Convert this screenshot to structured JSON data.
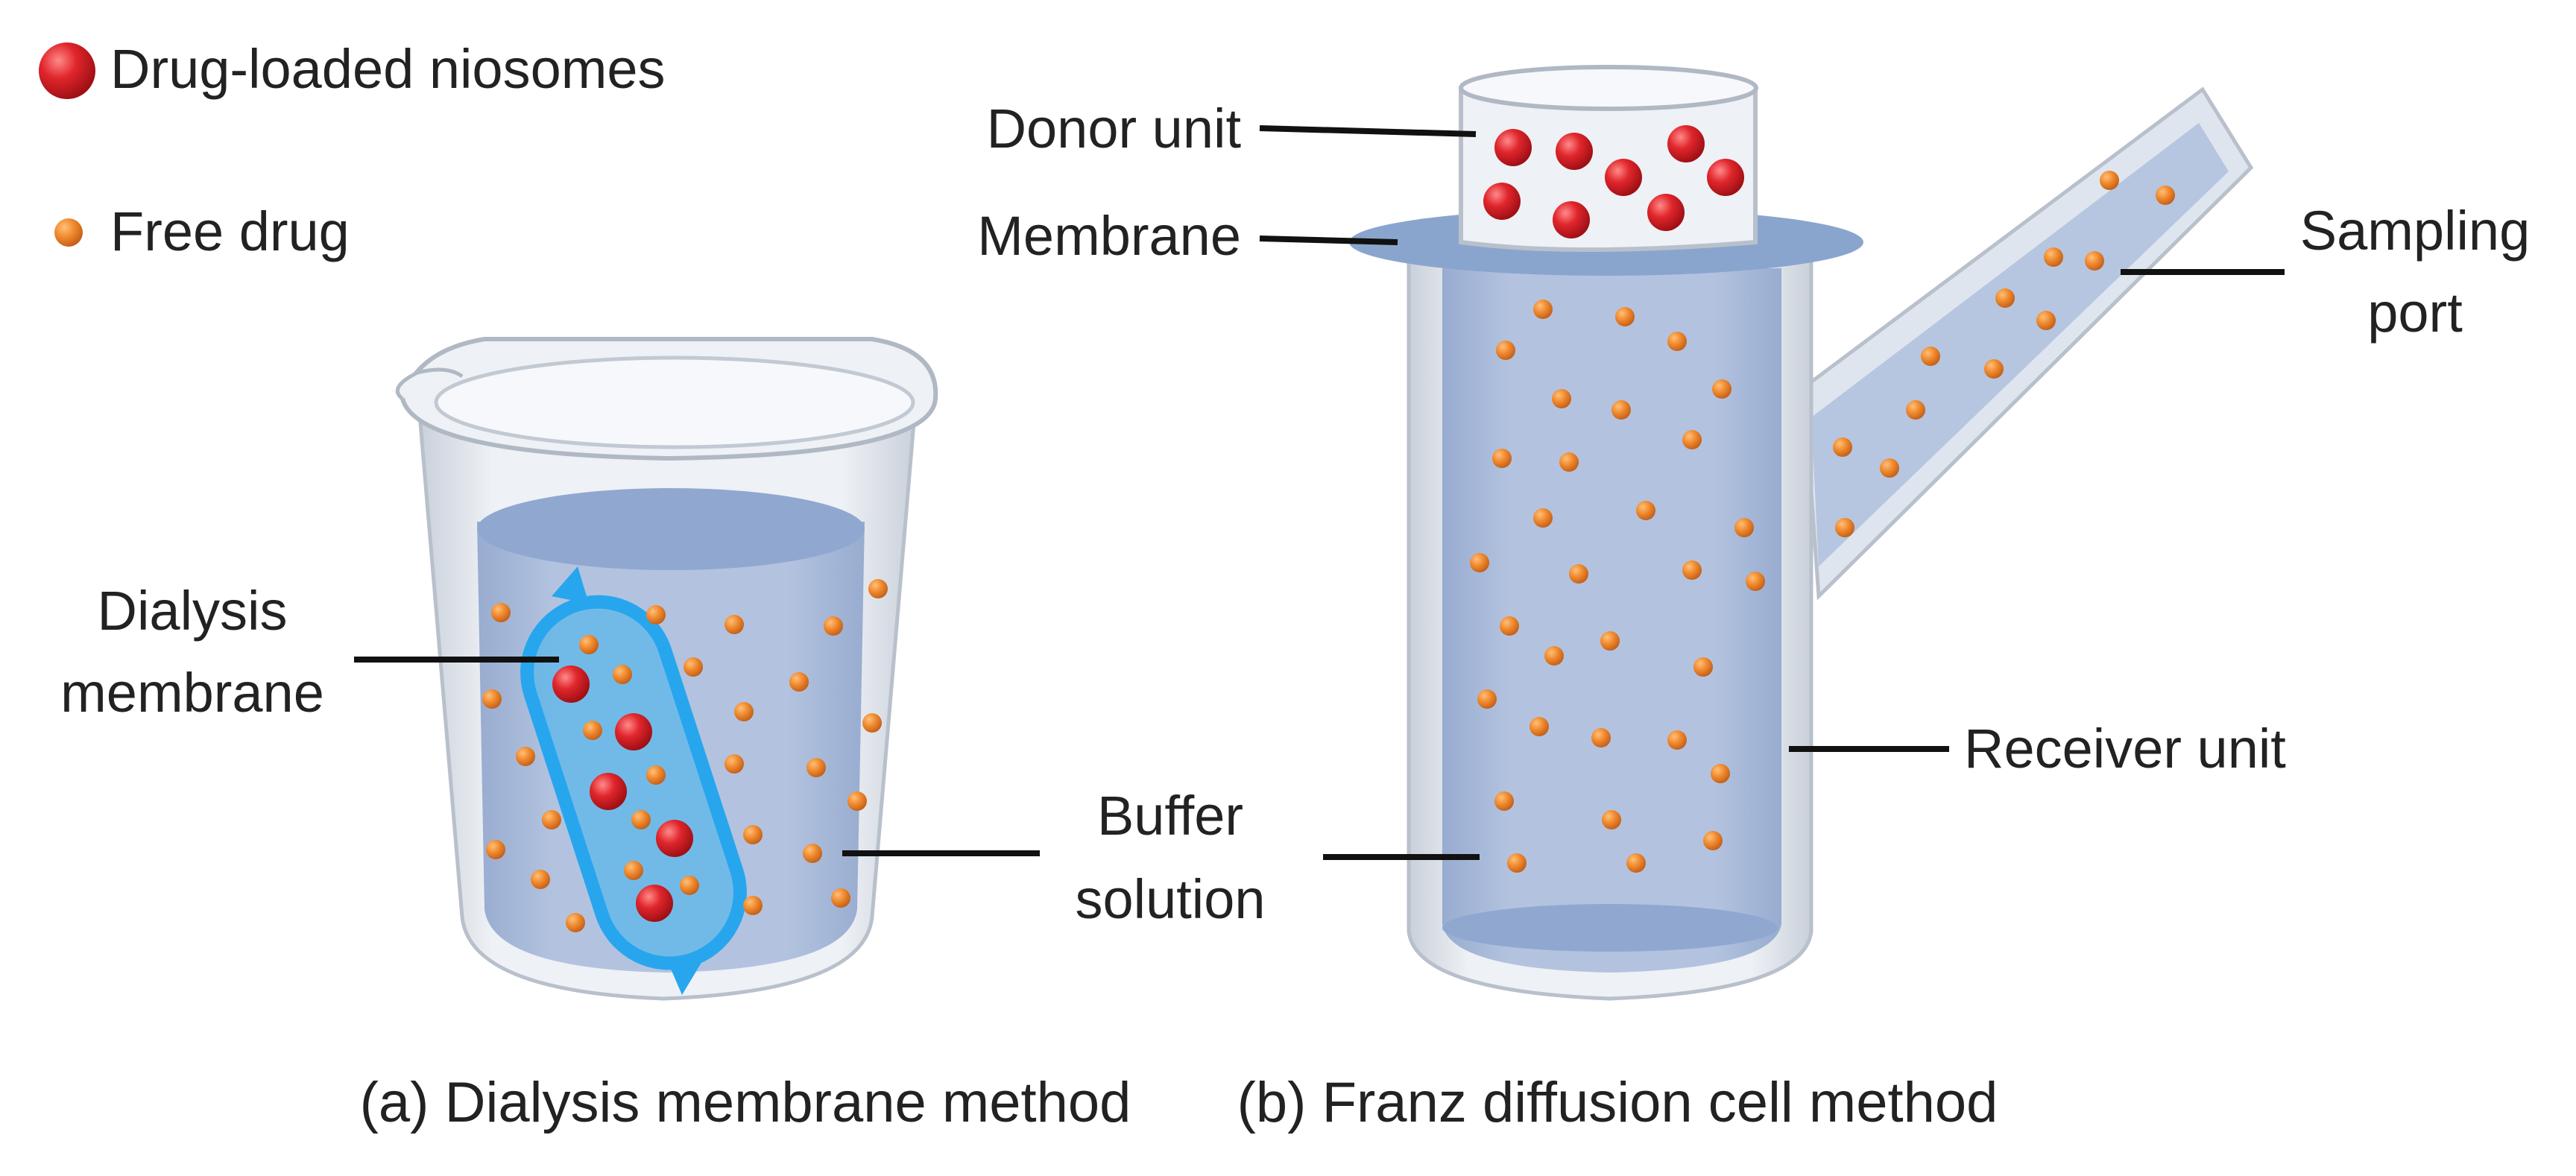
{
  "legend": {
    "niosome_label": "Drug-loaded niosomes",
    "free_drug_label": "Free drug"
  },
  "dialysis": {
    "membrane_label_line1": "Dialysis",
    "membrane_label_line2": "membrane",
    "caption": "(a) Dialysis membrane method"
  },
  "buffer": {
    "label_line1": "Buffer",
    "label_line2": "solution"
  },
  "franz": {
    "donor_label": "Donor unit",
    "membrane_label": "Membrane",
    "sampling_label_line1": "Sampling",
    "sampling_label_line2": "port",
    "receiver_label": "Receiver unit",
    "caption": "(b) Franz diffusion cell method"
  },
  "colors": {
    "niosome": "#d9262b",
    "free_drug": "#f08a2e",
    "liquid": "#a7b9d8",
    "dialysis_bag": "#27a6ee",
    "glass": "#d7dde6",
    "membrane_disc": "#7f9cc6"
  }
}
